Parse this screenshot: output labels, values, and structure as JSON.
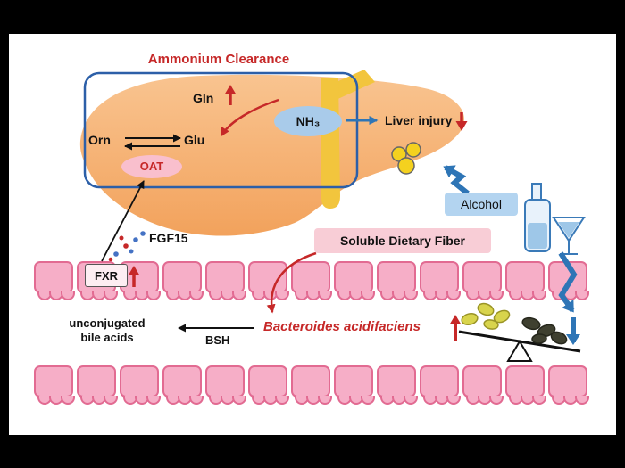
{
  "liver_panel": {
    "title": "Ammonium Clearance",
    "gln": "Gln",
    "orn": "Orn",
    "glu": "Glu",
    "oat": "OAT",
    "nh3": "NH₃"
  },
  "right_panel": {
    "liver_injury": "Liver injury",
    "alcohol": "Alcohol"
  },
  "gut_panel": {
    "soluble_dietary_fiber": "Soluble Dietary Fiber",
    "fgf15": "FGF15",
    "fxr": "FXR",
    "unconjugated_line1": "unconjugated",
    "unconjugated_line2": "bile acids",
    "bsh": "BSH",
    "bacteroides": "Bacteroides acidifaciens"
  },
  "icons": [
    "liver",
    "hepatic-vessel",
    "lipid-droplets",
    "alcohol-bolt",
    "bottle",
    "wine-glass",
    "downward-bolt",
    "seesaw",
    "beneficial-bacteria",
    "harmful-bacteria"
  ],
  "colors": {
    "accent_red": "#c62828",
    "accent_blue": "#2e75b6",
    "cell_pink": "#f6aec7",
    "cell_border": "#e26b92",
    "alcohol_blue": "#b3d4f0",
    "fiber_pink": "#f8cdd6",
    "box_blue": "#2c5fa8",
    "liver_orange": "#f2a25c",
    "vessel_yellow": "#f2c53d",
    "nh3_blue": "#a9cbea",
    "oat_pink": "#f9bfcd"
  },
  "epithelium": {
    "rows": [
      {
        "cells": 13
      },
      {
        "cells": 13
      }
    ]
  }
}
